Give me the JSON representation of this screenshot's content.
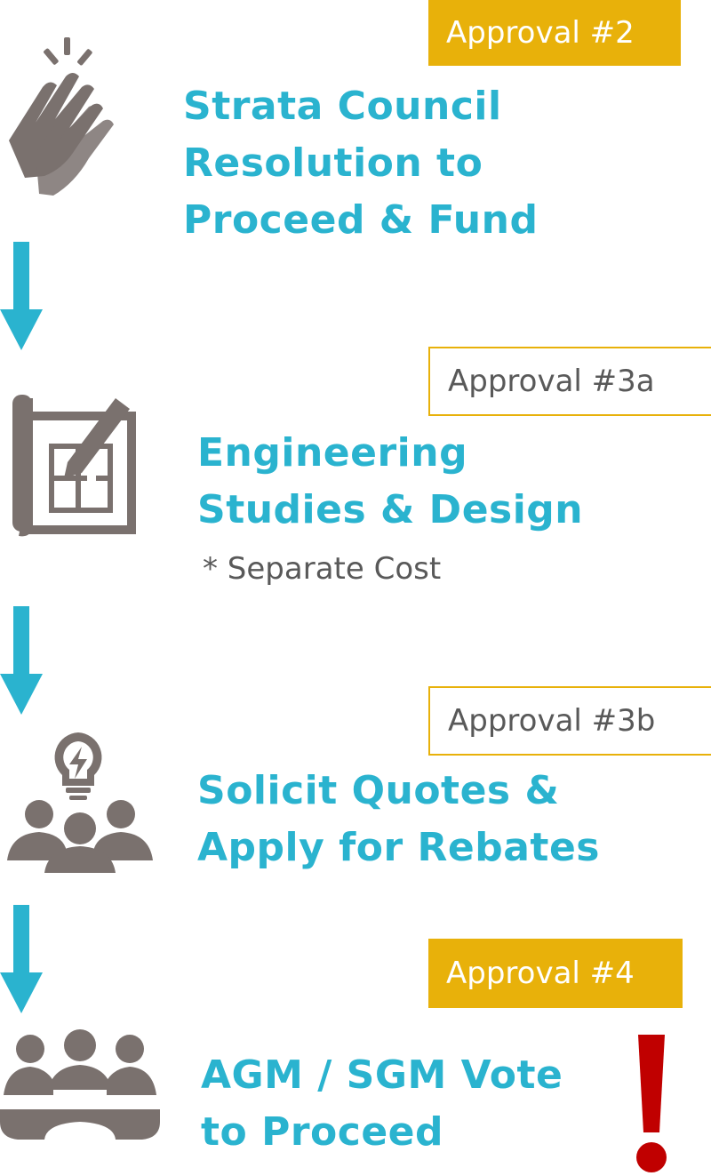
{
  "steps": [
    {
      "badge": "Approval #2",
      "title_lines": [
        "Strata Council",
        "Resolution to",
        "Proceed & Fund"
      ],
      "icon": "clapping-hands-icon"
    },
    {
      "badge": "Approval #3a",
      "title_lines": [
        "Engineering",
        "Studies & Design"
      ],
      "note": "* Separate Cost",
      "icon": "blueprint-pencil-icon"
    },
    {
      "badge": "Approval #3b",
      "title_lines": [
        "Solicit Quotes &",
        "Apply for Rebates"
      ],
      "icon": "team-idea-icon"
    },
    {
      "badge": "Approval #4",
      "title_lines": [
        "AGM / SGM Vote",
        "to Proceed"
      ],
      "icon": "meeting-group-icon"
    }
  ],
  "alert": {
    "symbol": "!",
    "icon": "exclamation-icon"
  },
  "colors": {
    "accent": "#2ab3cf",
    "badge": "#e8b10a",
    "icon": "#7a716e",
    "alert": "#c00000",
    "text": "#595959"
  }
}
